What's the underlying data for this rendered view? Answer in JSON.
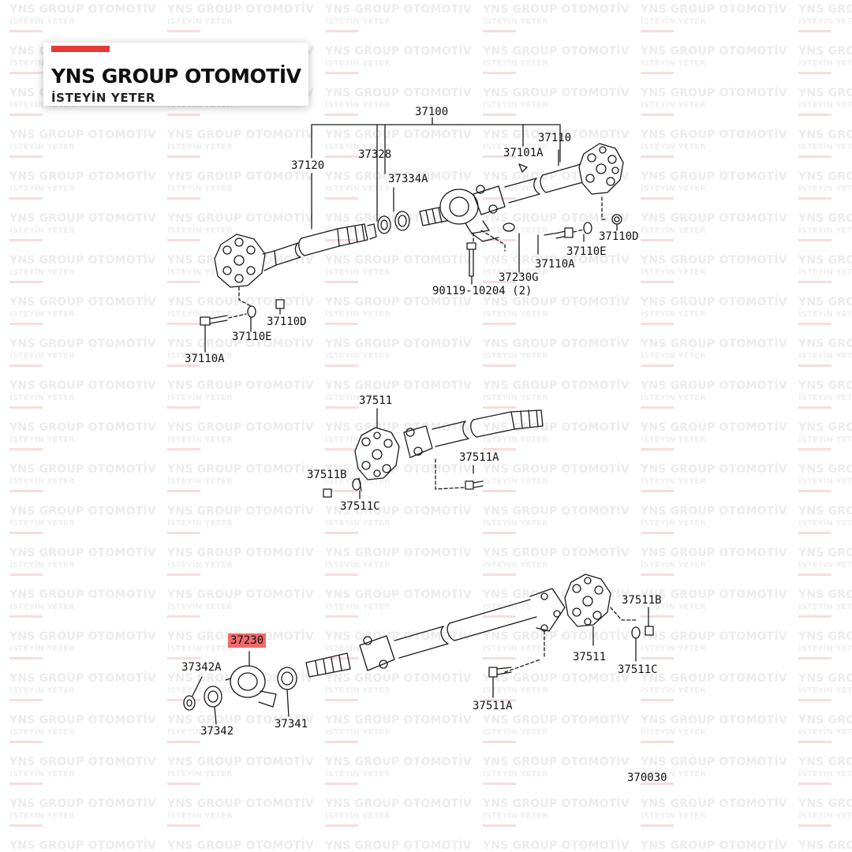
{
  "brand": {
    "title": "YNS GROUP OTOMOTİV",
    "subtitle": "İSTEYİN YETER",
    "accent_color": "#e53935"
  },
  "watermark": {
    "line1": "YNS GROUP OTOMOTİV",
    "line2": "İSTEYİN YETER"
  },
  "diagram": {
    "figure_id": "370030",
    "highlight_color": "#f06b6b",
    "highlighted_part": "37230",
    "assemblies": [
      {
        "name": "propeller-shaft-assembly",
        "labels": [
          "37100",
          "37110",
          "37101A",
          "37120",
          "37328",
          "37334A",
          "37110D",
          "37110E",
          "37110A",
          "90119-10204 (2)",
          "37230G",
          "37110D",
          "37110E",
          "37110A"
        ]
      },
      {
        "name": "intermediate-shaft",
        "labels": [
          "37511",
          "37511A",
          "37511B",
          "37511C"
        ]
      },
      {
        "name": "rear-shaft-with-center-bearing",
        "labels": [
          "37230",
          "37342A",
          "37342",
          "37341",
          "37511A",
          "37511",
          "37511B",
          "37511C"
        ]
      }
    ]
  }
}
